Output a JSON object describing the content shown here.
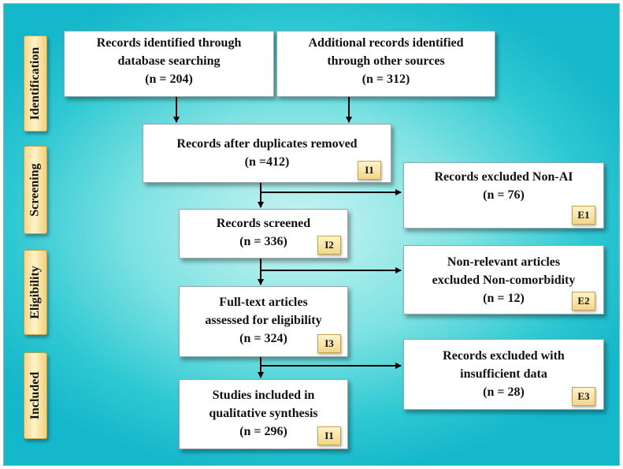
{
  "stages": {
    "identification": "Identification",
    "screening": "Screening",
    "eligibility": "Eligibility",
    "included": "Included"
  },
  "boxes": {
    "database": {
      "lines": [
        "Records identified through",
        "database searching",
        "(n = 204)"
      ]
    },
    "other_sources": {
      "lines": [
        "Additional records identified",
        "through other sources",
        "(n = 312)"
      ]
    },
    "duplicates_removed": {
      "lines": [
        "Records after duplicates removed",
        "(n =412)"
      ],
      "tag": "I1"
    },
    "excluded_non_ai": {
      "lines": [
        "Records excluded Non-AI",
        "(n = 76)"
      ],
      "tag": "E1"
    },
    "screened": {
      "lines": [
        "Records screened",
        "(n = 336)"
      ],
      "tag": "I2"
    },
    "excluded_non_comorbidity": {
      "lines": [
        "Non-relevant articles",
        "excluded Non-comorbidity",
        "(n = 12)"
      ],
      "tag": "E2"
    },
    "full_text": {
      "lines": [
        "Full-text articles",
        "assessed for eligibility",
        "(n = 324)"
      ],
      "tag": "I3"
    },
    "excluded_insufficient": {
      "lines": [
        "Records excluded with",
        "insufficient data",
        "(n = 28)"
      ],
      "tag": "E3"
    },
    "included_synthesis": {
      "lines": [
        "Studies included in",
        "qualitative synthesis",
        "(n = 296)"
      ],
      "tag": "I1"
    }
  }
}
